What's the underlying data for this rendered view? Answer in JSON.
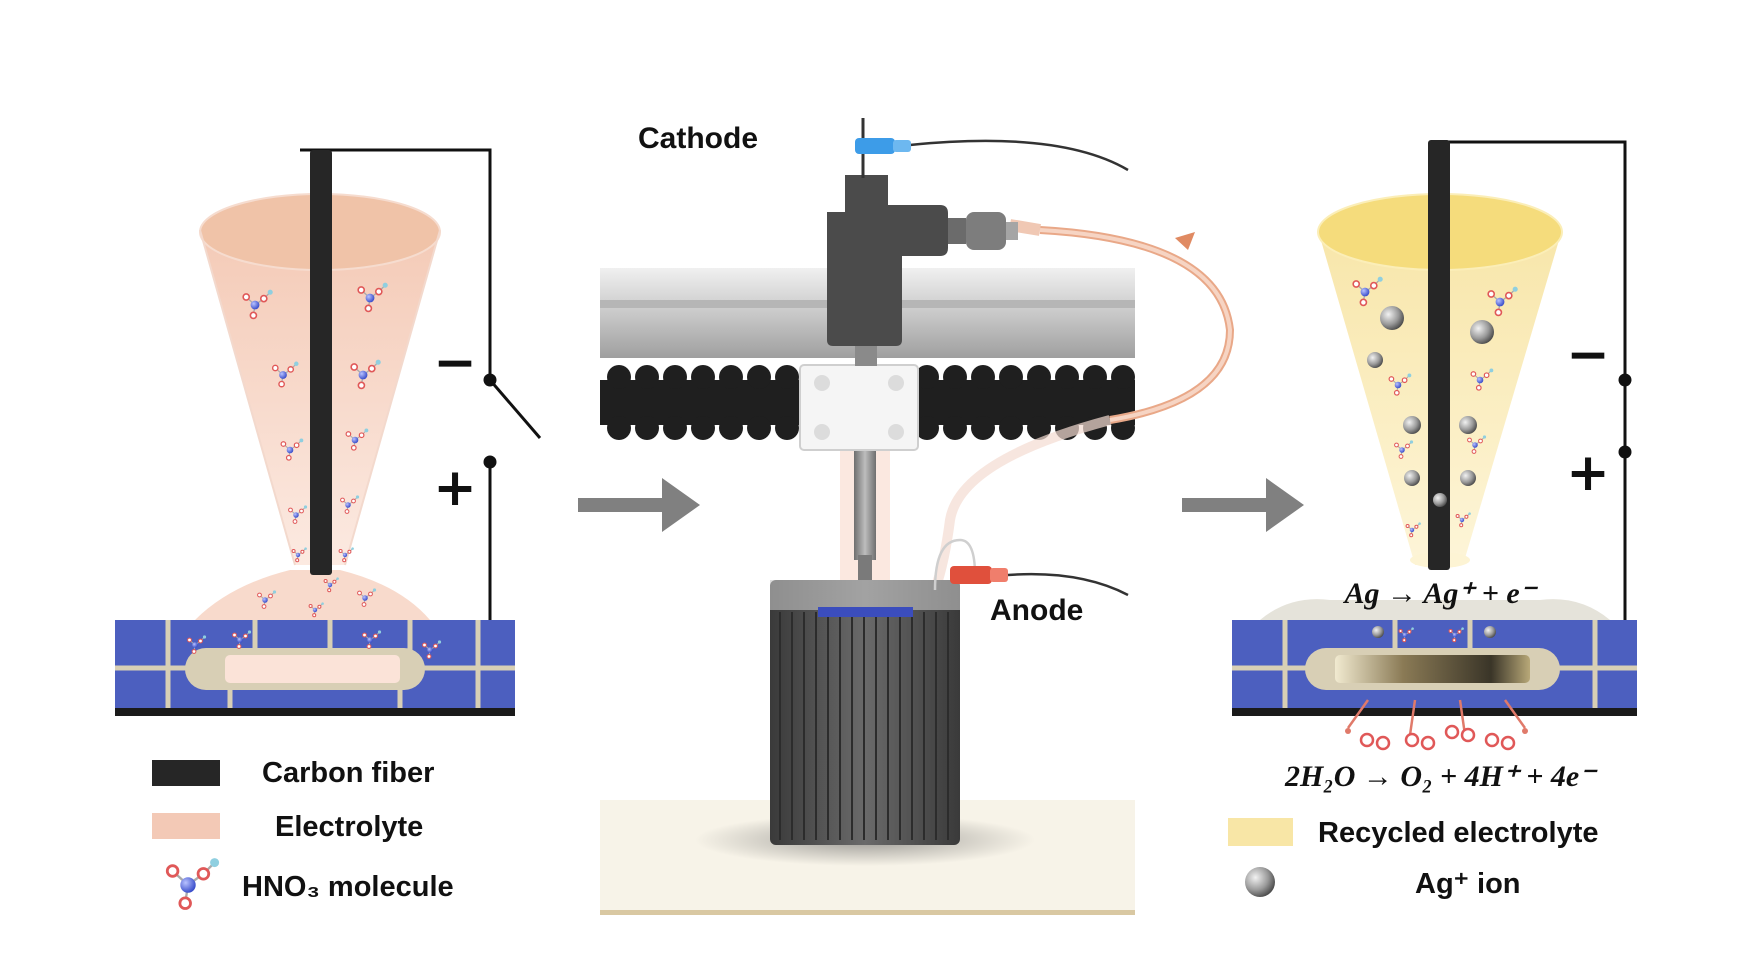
{
  "colors": {
    "carbon_fiber": "#262626",
    "electrolyte": "#f3c9b6",
    "recycled_electrolyte": "#f8e6a6",
    "substrate_blue": "#4a5fc0",
    "arrow_gray": "#808080",
    "cathode_clip": "#3d9ce8",
    "anode_clip": "#e0503c",
    "hno3_center": "#4e61e0",
    "hno3_oxygen": "#e05858",
    "hno3_hydrogen": "#8fcfe0",
    "ag_ion": "#8a8a8a"
  },
  "labels": {
    "cathode": "Cathode",
    "anode": "Anode",
    "minus": "−",
    "plus": "+"
  },
  "equations": {
    "silver_oxidation": "Ag → Ag⁺ + e⁻",
    "water_oxidation": "2H₂O → O₂ + 4H⁺ + 4e⁻"
  },
  "legend_left": [
    {
      "key": "carbon_fiber",
      "label": "Carbon fiber"
    },
    {
      "key": "electrolyte",
      "label": "Electrolyte"
    },
    {
      "key": "hno3",
      "label": "HNO₃ molecule"
    }
  ],
  "legend_right": [
    {
      "key": "recycled_electrolyte",
      "label": "Recycled electrolyte"
    },
    {
      "key": "ag_ion",
      "label": "Ag⁺ ion"
    }
  ]
}
